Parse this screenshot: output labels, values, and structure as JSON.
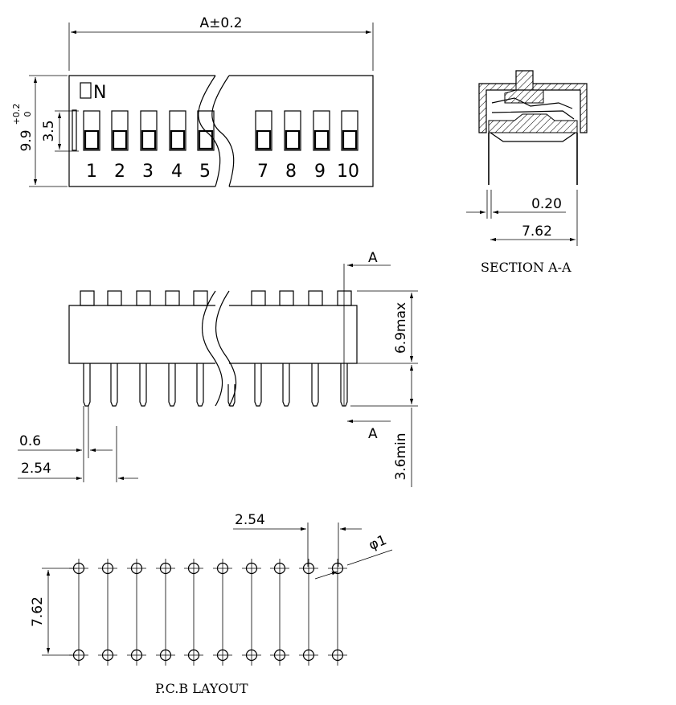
{
  "top_view": {
    "width_label": "A±0.2",
    "on_label": "ON",
    "height_label": "3.5",
    "total_height_label": "9.9",
    "tolerance_label": "+0.2",
    "tolerance_zero": "0",
    "switch_numbers": [
      "1",
      "2",
      "3",
      "4",
      "5",
      "7",
      "8",
      "9",
      "10"
    ]
  },
  "section": {
    "title": "SECTION  A-A",
    "pin_thickness_label": "0.20",
    "pitch_label": "7.62"
  },
  "side_view": {
    "section_marker_top": "A",
    "section_marker_bottom": "A",
    "height_label": "6.9max",
    "pin_length_label": "3.6min",
    "pin_width_label": "0.6",
    "pitch_label": "2.54"
  },
  "pcb_layout": {
    "title": "P.C.B LAYOUT",
    "pitch_label": "2.54",
    "hole_label": "φ1",
    "row_spacing_label": "7.62",
    "hole_columns": 10
  }
}
